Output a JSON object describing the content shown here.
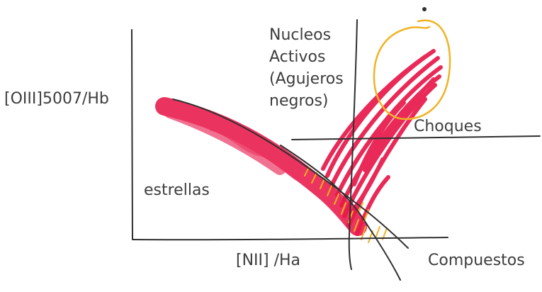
{
  "labels": {
    "y_axis": "[OIII]5007/Hb",
    "x_axis": "[NII] /Ha",
    "agn": "Nucleos\nActivos\n(Agujeros\nnegros)",
    "stars": "estrellas",
    "shocks": "Choques",
    "composites": "Compuestos"
  },
  "colors": {
    "ink": "#2f2f2f",
    "highlight_red": "#e8194a",
    "highlight_orange": "#f2b21c",
    "circle_yellow": "#f0b324"
  }
}
